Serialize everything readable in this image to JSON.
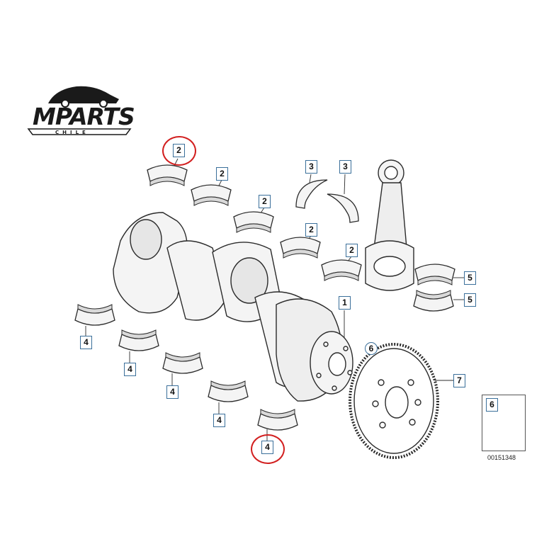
{
  "brand": {
    "name": "MPARTS",
    "subtitle": "CHILE"
  },
  "callouts": [
    {
      "id": "c2a",
      "label": "2",
      "highlight": true
    },
    {
      "id": "c2b",
      "label": "2"
    },
    {
      "id": "c2c",
      "label": "2"
    },
    {
      "id": "c2d",
      "label": "2"
    },
    {
      "id": "c2e",
      "label": "2"
    },
    {
      "id": "c3a",
      "label": "3"
    },
    {
      "id": "c3b",
      "label": "3"
    },
    {
      "id": "c1",
      "label": "1"
    },
    {
      "id": "c5a",
      "label": "5"
    },
    {
      "id": "c5b",
      "label": "5"
    },
    {
      "id": "c6",
      "label": "6"
    },
    {
      "id": "c7",
      "label": "7"
    },
    {
      "id": "c4a",
      "label": "4"
    },
    {
      "id": "c4b",
      "label": "4"
    },
    {
      "id": "c4c",
      "label": "4"
    },
    {
      "id": "c4d",
      "label": "4"
    },
    {
      "id": "c4e",
      "label": "4",
      "highlight": true
    }
  ],
  "legend": {
    "label": "6",
    "ref_code": "00151348"
  },
  "colors": {
    "line": "#2b2b2b",
    "part_fill": "#f4f4f4",
    "shade": "#d9d9d9",
    "callout_border": "#3a6f9a",
    "highlight_ring": "#d21f1f"
  }
}
